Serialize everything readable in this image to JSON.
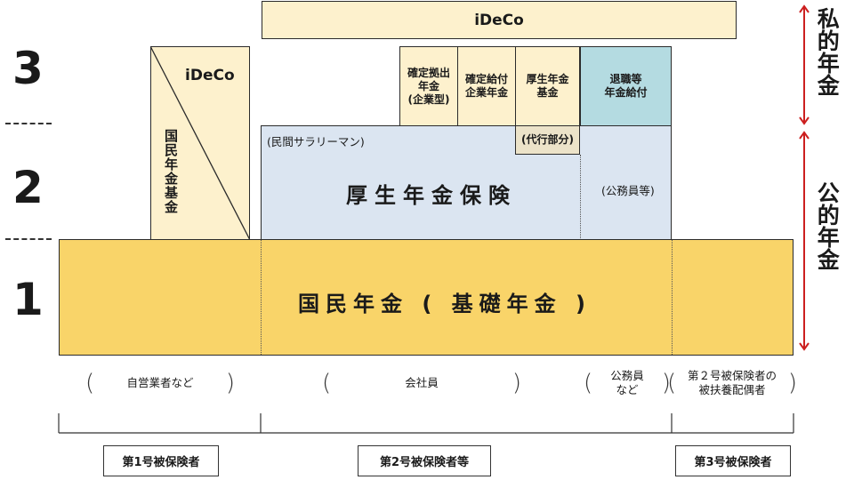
{
  "tiers": {
    "three": "3",
    "two": "2",
    "one": "1"
  },
  "side_labels": {
    "private": "私的年金",
    "public": "公的年金"
  },
  "colors": {
    "arrow": "#cc1f1f",
    "gold": "#f9d469",
    "cream": "#fdf1cd",
    "blue": "#dbe5f1",
    "teal": "#b4dbe1"
  },
  "boxes": {
    "ideco_top": "iDeCo",
    "ideco_left": "iDeCo",
    "kokumin_kikin": "国民年金基金",
    "kakutei_kyoshutsu": [
      "確定拠出",
      "年金",
      "(企業型)"
    ],
    "kakutei_kyufu": [
      "確定給付",
      "企業年金"
    ],
    "kosei_kikin": [
      "厚生年金",
      "基金"
    ],
    "taishoku": [
      "退職等",
      "年金給付"
    ],
    "daiko": "(代行部分)",
    "minkan": "(民間サラリーマン)",
    "kosei_hoken": "厚生年金保険",
    "komuin_to": "(公務員等)",
    "kokumin_kiso": "国民年金 ( 基礎年金 )"
  },
  "categories": {
    "jiei": "自営業者など",
    "kaishain": "会社員",
    "komuin": [
      "公務員",
      "など"
    ],
    "dai3_haigusha": [
      "第２号被保険者の",
      "被扶養配偶者"
    ]
  },
  "insured": {
    "dai1": "第1号被保険者",
    "dai2": "第2号被保険者等",
    "dai3": "第3号被保険者"
  }
}
